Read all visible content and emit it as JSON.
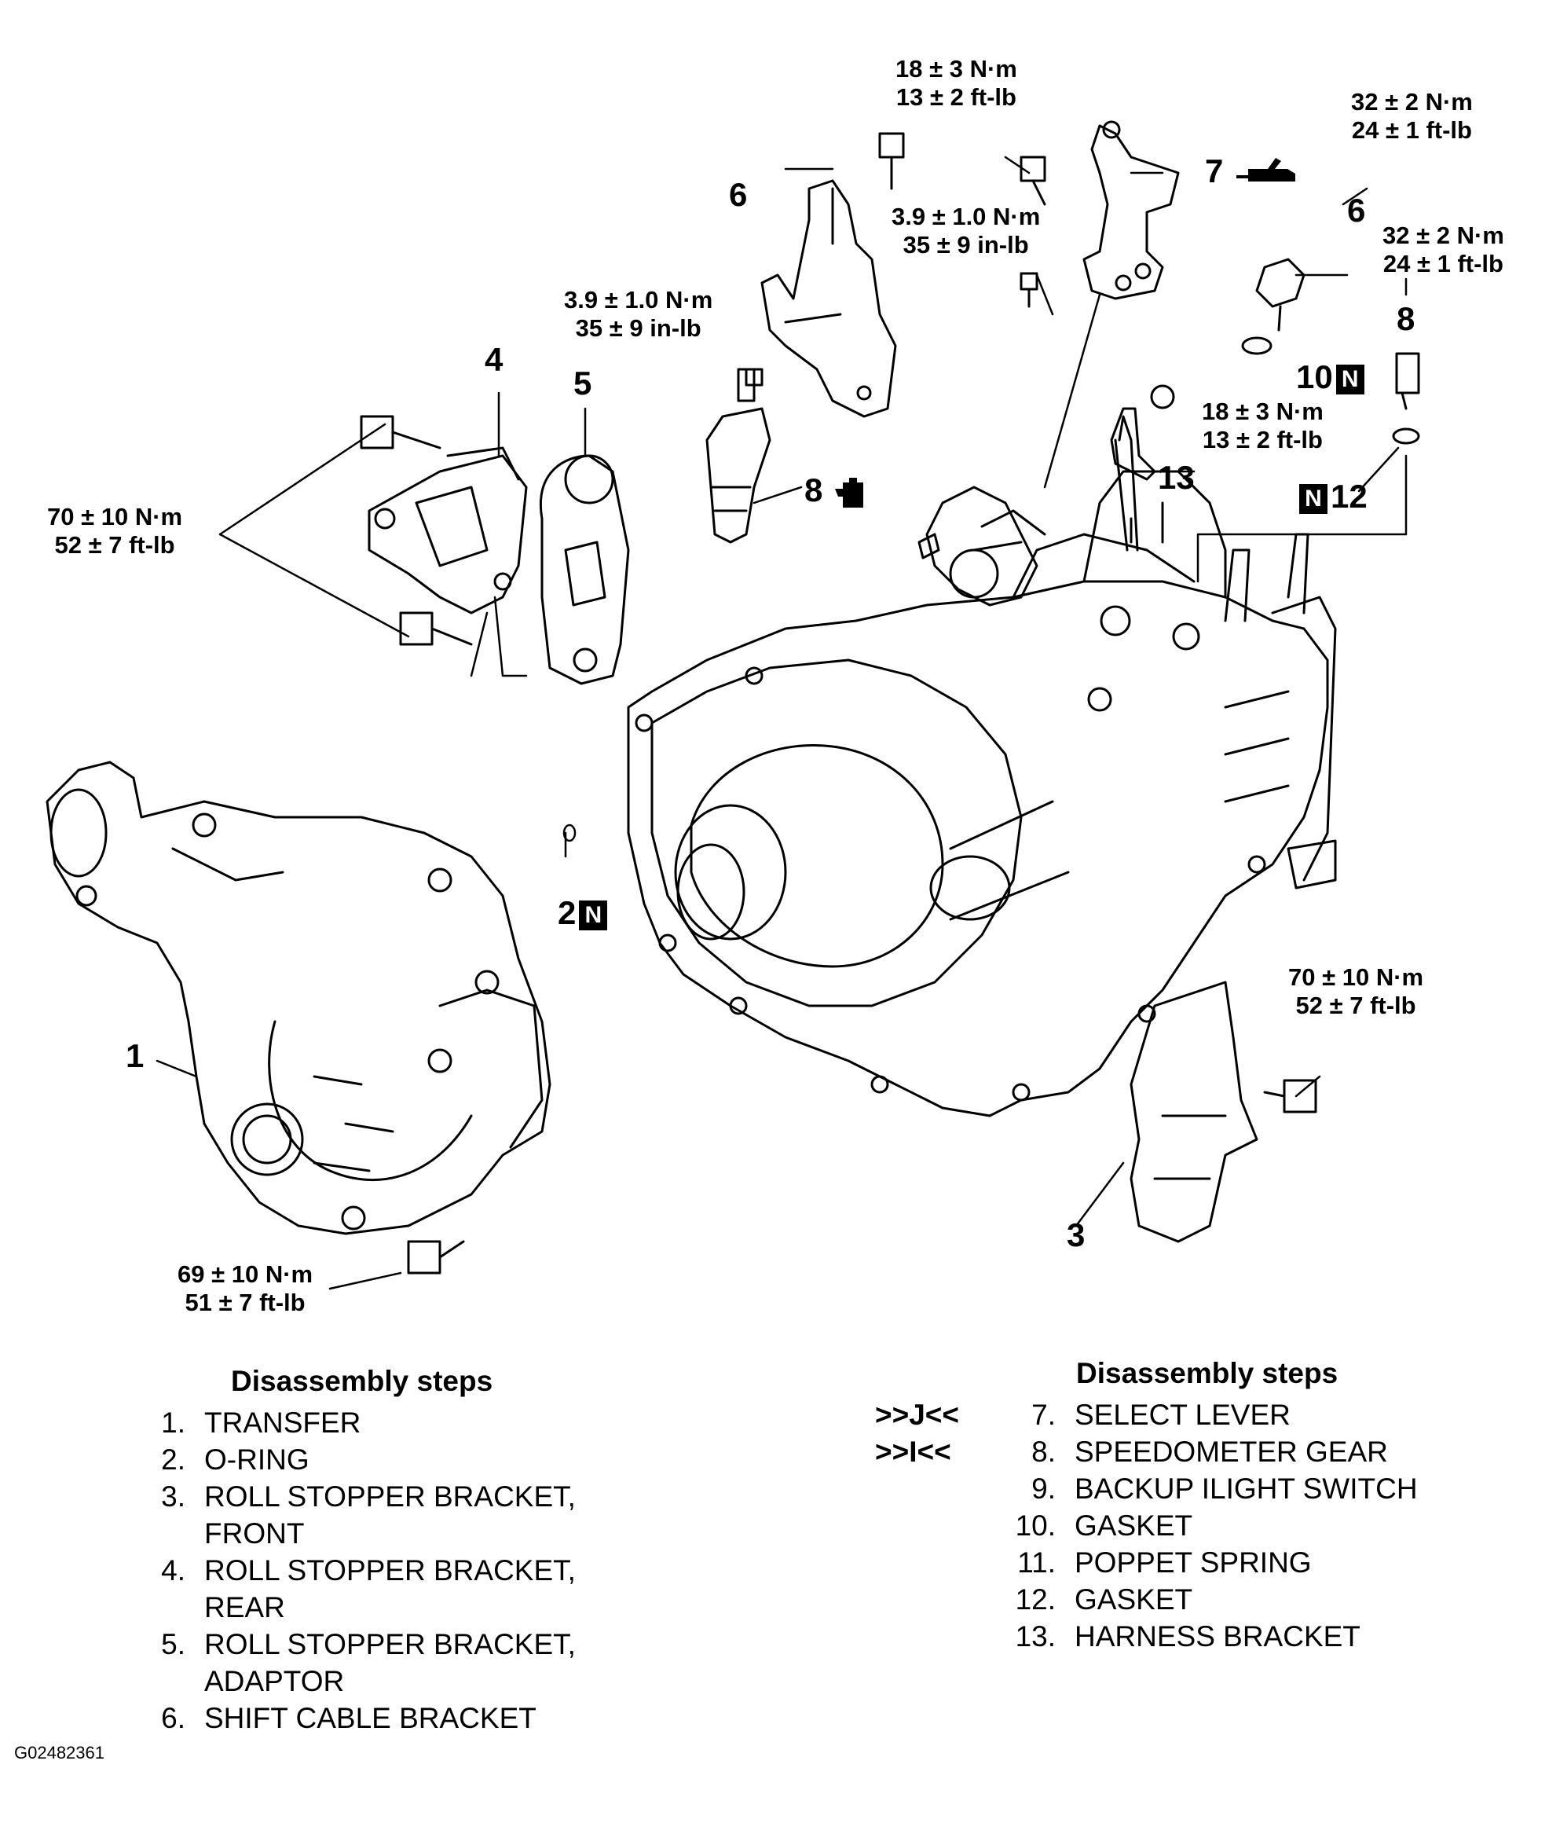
{
  "callouts": {
    "c1": "1",
    "c2": "2",
    "c3": "3",
    "c4": "4",
    "c5": "5",
    "c6a": "6",
    "c6b": "6",
    "c7": "7",
    "c8a": "8",
    "c8b": "8",
    "c10": "10",
    "c12": "12",
    "c13": "13",
    "n_box": "N"
  },
  "torques": {
    "t_top1": [
      "18 ± 3 N·m",
      "13 ± 2 ft-lb"
    ],
    "t_right1": [
      "32 ± 2 N·m",
      "24 ± 1 ft-lb"
    ],
    "t_right2": [
      "32 ± 2 N·m",
      "24 ± 1 ft-lb"
    ],
    "t_mid1": [
      "3.9 ± 1.0 N·m",
      "35 ± 9 in-lb"
    ],
    "t_mid2": [
      "3.9 ± 1.0 N·m",
      "35 ± 9 in-lb"
    ],
    "t_mid3": [
      "18 ± 3 N·m",
      "13 ± 2 ft-lb"
    ],
    "t_left": [
      "70 ± 10 N·m",
      "52 ± 7 ft-lb"
    ],
    "t_right3": [
      "70 ± 10 N·m",
      "52 ± 7 ft-lb"
    ],
    "t_bottom": [
      "69 ± 10 N·m",
      "51 ± 7 ft-lb"
    ]
  },
  "steps_left": {
    "heading": "Disassembly steps",
    "items": [
      {
        "mark": "",
        "num": "1.",
        "text": "TRANSFER"
      },
      {
        "mark": "",
        "num": "2.",
        "text": "O-RING"
      },
      {
        "mark": "",
        "num": "3.",
        "text": "ROLL STOPPER BRACKET,"
      },
      {
        "mark": "",
        "num": "",
        "text": "FRONT"
      },
      {
        "mark": "",
        "num": "4.",
        "text": "ROLL STOPPER BRACKET,"
      },
      {
        "mark": "",
        "num": "",
        "text": "REAR"
      },
      {
        "mark": "",
        "num": "5.",
        "text": "ROLL STOPPER BRACKET,"
      },
      {
        "mark": "",
        "num": "",
        "text": "ADAPTOR"
      },
      {
        "mark": "",
        "num": "6.",
        "text": "SHIFT CABLE BRACKET"
      }
    ]
  },
  "steps_right": {
    "heading": "Disassembly steps",
    "items": [
      {
        "mark": ">>J<<",
        "num": "7.",
        "text": "SELECT LEVER"
      },
      {
        "mark": ">>I<<",
        "num": "8.",
        "text": "SPEEDOMETER GEAR"
      },
      {
        "mark": "",
        "num": "9.",
        "text": "BACKUP ILIGHT SWITCH"
      },
      {
        "mark": "",
        "num": "10.",
        "text": "GASKET"
      },
      {
        "mark": "",
        "num": "11.",
        "text": "POPPET SPRING"
      },
      {
        "mark": "",
        "num": "12.",
        "text": "GASKET"
      },
      {
        "mark": "",
        "num": "13.",
        "text": "HARNESS BRACKET"
      }
    ]
  },
  "figure_code": "G02482361"
}
